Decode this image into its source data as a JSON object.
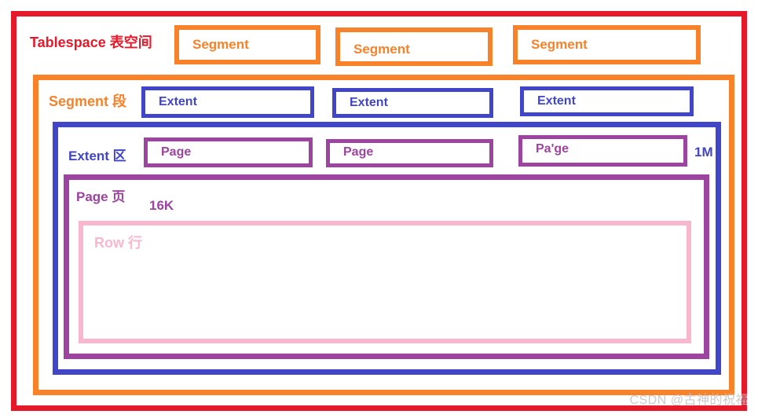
{
  "colors": {
    "red": "#E6192B",
    "orange": "#F8822A",
    "blue": "#4145C7",
    "purple": "#9C44A0",
    "pink": "#F9B7CE",
    "watermark": "#C6C6C8"
  },
  "tablespace": {
    "label": "Tablespace 表空间"
  },
  "segment_row": {
    "boxes": [
      "Segment",
      "Segment",
      "Segment"
    ]
  },
  "segment_container": {
    "label": "Segment 段"
  },
  "extent_row": {
    "boxes": [
      "Extent",
      "Extent",
      "Extent"
    ]
  },
  "extent_container": {
    "label": "Extent 区",
    "size_label": "1M"
  },
  "page_row": {
    "boxes": [
      "Page",
      "Page",
      "Pa'ge"
    ]
  },
  "page_container": {
    "label": "Page 页",
    "size_label": "16K"
  },
  "row_box": {
    "label": "Row 行"
  },
  "watermark": {
    "text": "CSDN @古神的祝福"
  }
}
